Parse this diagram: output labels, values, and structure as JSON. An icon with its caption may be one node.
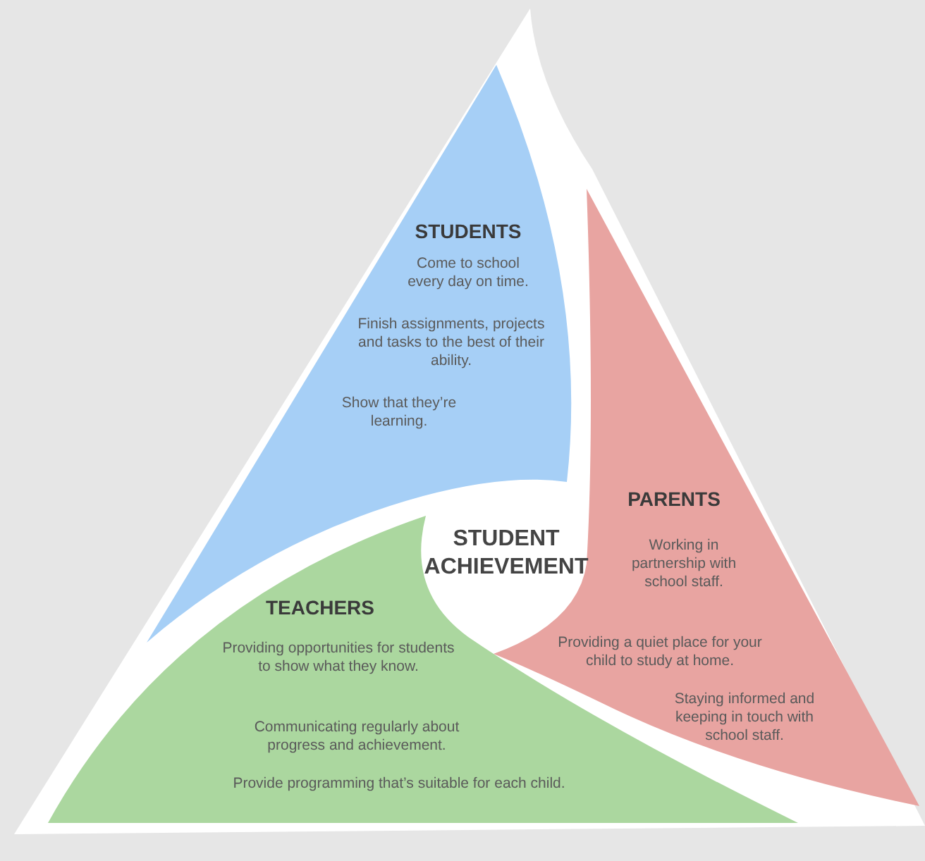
{
  "diagram": {
    "nodes": [
      {
        "text": [
          "STUDENTS",
          "Come to school every day on time.",
          "Finish assignments, projects and tasks to the best of their ability.",
          "Show that they’re learning."
        ]
      },
      {
        "text": [
          "PARENTS",
          "Working in partnership with school staff.",
          "Providing a quiet place for your child to study at home.",
          "Staying informed and keeping in touch with school staff."
        ]
      },
      {
        "text": [
          "STUDENT ACHIEVEMENT"
        ]
      },
      {
        "text": [
          "TEACHERS",
          "Providing opportunities for students to show what they know.",
          "Communicating regularly about progress and achievement.",
          "Provide programming that’s suitable for each child."
        ]
      }
    ]
  }
}
